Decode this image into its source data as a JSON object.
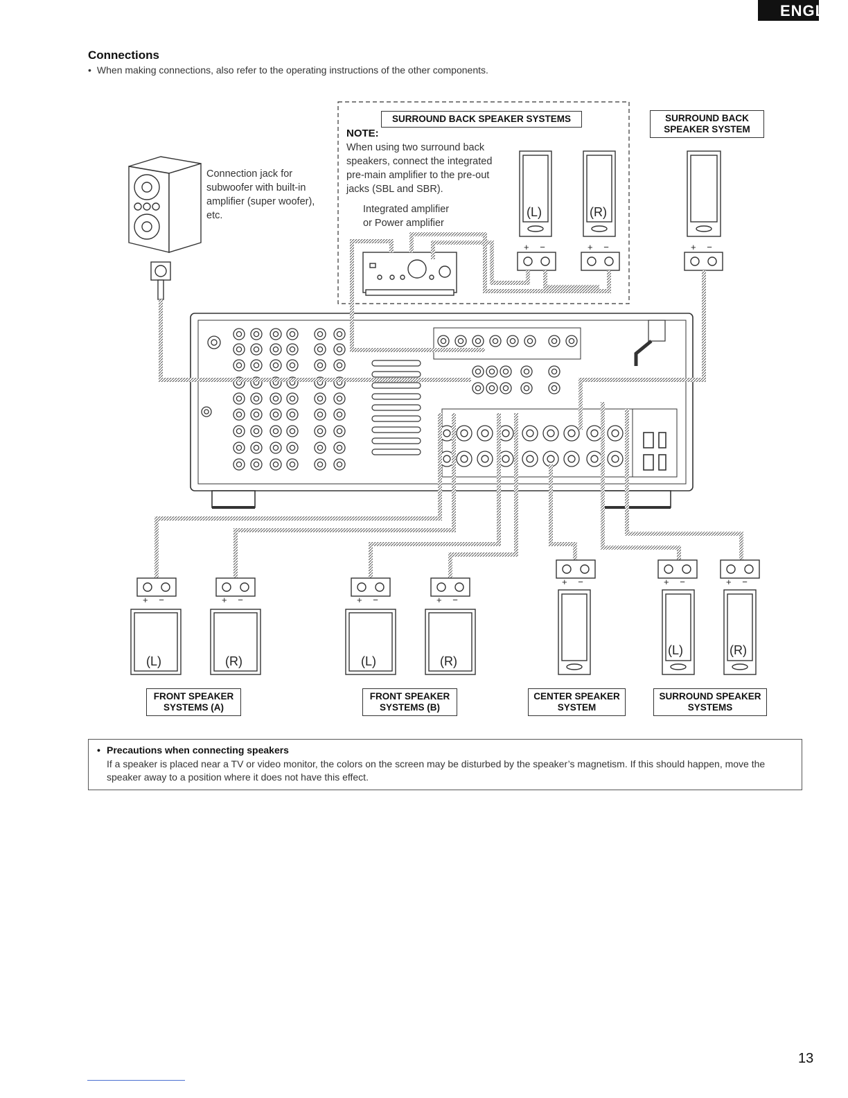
{
  "header": {
    "language_tab": "ENGL"
  },
  "section": {
    "title": "Connections",
    "intro": "When making connections, also refer to the operating instructions of the other components."
  },
  "diagram": {
    "surround_back_box_label": "SURROUND BACK SPEAKER SYSTEMS",
    "note_title": "NOTE:",
    "note_lines": [
      "When using two surround back",
      "speakers, connect the integrated",
      "pre-main amplifier to the pre-out",
      "jacks (SBL and SBR)."
    ],
    "amp_caption_lines": [
      "Integrated amplifier",
      "or Power amplifier"
    ],
    "subwoofer_caption_lines": [
      "Connection jack for",
      "subwoofer with built-in",
      "amplifier (super woofer),",
      "etc."
    ],
    "surround_back_single_label_lines": [
      "SURROUND BACK",
      "SPEAKER SYSTEM"
    ],
    "speaker_left": "(L)",
    "speaker_right": "(R)",
    "terminal_polarity": "+ −",
    "bottom_labels": [
      [
        "FRONT SPEAKER",
        "SYSTEMS (A)"
      ],
      [
        "FRONT SPEAKER",
        "SYSTEMS (B)"
      ],
      [
        "CENTER SPEAKER",
        "SYSTEM"
      ],
      [
        "SURROUND SPEAKER",
        "SYSTEMS"
      ]
    ]
  },
  "precautions": {
    "title": "Precautions when connecting speakers",
    "body": "If a speaker is placed near a TV or video monitor, the colors on the screen may be disturbed by the speaker’s magnetism. If this should happen, move the speaker away to a position where it does not have this effect."
  },
  "page_number": "13"
}
